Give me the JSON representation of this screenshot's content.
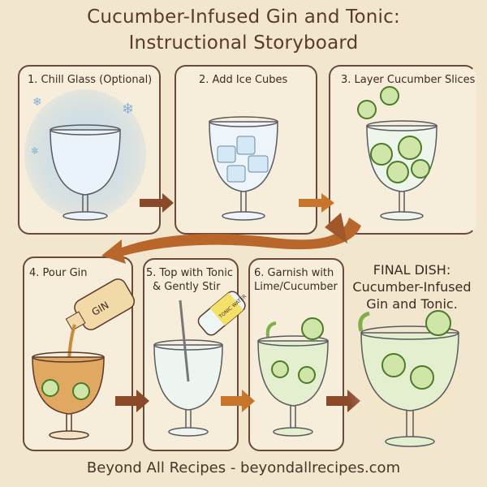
{
  "title": {
    "line1": "Cucumber-Infused Gin and Tonic:",
    "line2": "Instructional Storyboard"
  },
  "steps": [
    {
      "label": "1. Chill Glass (Optional)"
    },
    {
      "label": "2. Add Ice Cubes"
    },
    {
      "label": "3. Layer Cucumber Slices"
    },
    {
      "label": "4. Pour Gin",
      "bottle_label": "GIN"
    },
    {
      "label_line1": "5. Top with Tonic",
      "label_line2": "& Gently Stir",
      "bottle_label": "TONIC WATER"
    },
    {
      "label_line1": "6. Garnish with",
      "label_line2": "Lime/Cucumber"
    }
  ],
  "final": {
    "line1": "FINAL DISH:",
    "line2": "Cucumber-Infused",
    "line3": "Gin and Tonic."
  },
  "footer": "Beyond All Recipes - beyondallrecipes.com",
  "colors": {
    "ink": "#5a3a2a",
    "arrow": "#a0582a",
    "cucumber": "#7fae4a",
    "gin": "#c98a3a",
    "frost": "#9cc7e6",
    "paper": "#f3e6cf"
  }
}
